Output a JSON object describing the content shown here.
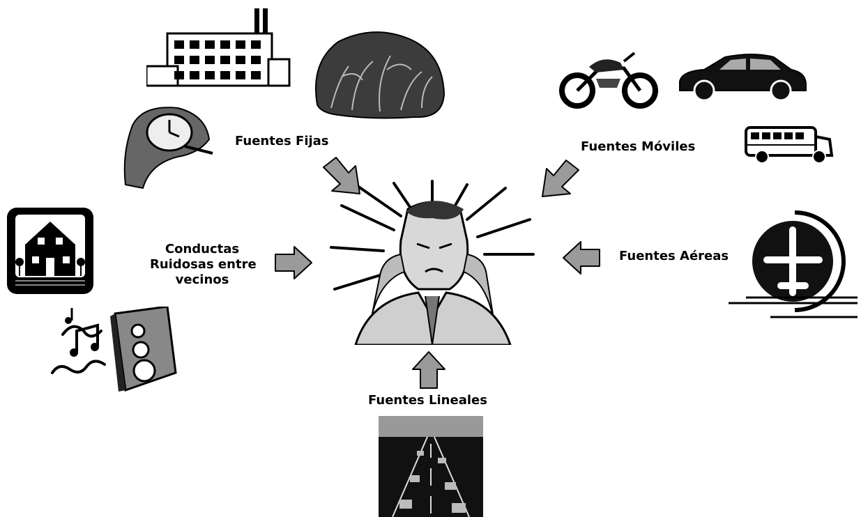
{
  "labels": {
    "fixed": "Fuentes Fijas",
    "mobile": "Fuentes Móviles",
    "neighbors_line1": "Conductas",
    "neighbors_line2": "Ruidosas entre",
    "neighbors_line3": "vecinos",
    "air": "Fuentes Aéreas",
    "linear": "Fuentes Lineales"
  },
  "icons": [
    "factory-icon",
    "forest-icon",
    "clock-hand-icon",
    "motorcycle-icon",
    "car-icon",
    "bus-icon",
    "house-icon",
    "speaker-music-icon",
    "stressed-man-icon",
    "airport-icon",
    "highway-traffic-icon"
  ],
  "colors": {
    "ink": "#000000",
    "arrow_fill": "#9a9a9a",
    "paper": "#ffffff"
  }
}
